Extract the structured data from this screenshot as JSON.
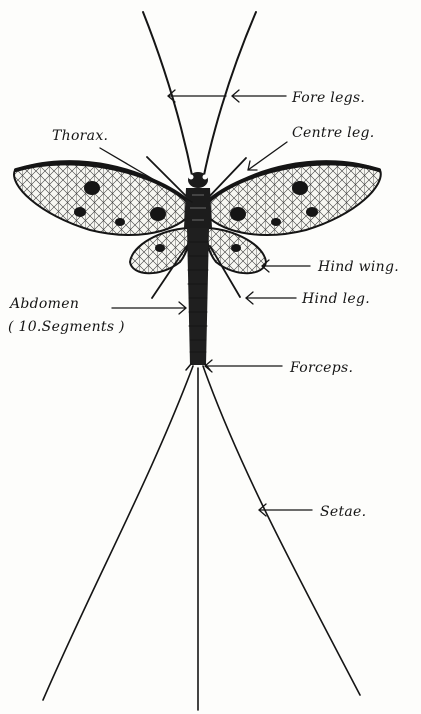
{
  "labels": {
    "fore_legs": "Fore legs.",
    "thorax": "Thorax.",
    "centre_leg": "Centre leg.",
    "hind_wing": "Hind wing.",
    "abdomen": "Abdomen",
    "abdomen_segments": "( 10.Segments )",
    "hind_leg": "Hind leg.",
    "forceps": "Forceps.",
    "setae": "Setae."
  }
}
